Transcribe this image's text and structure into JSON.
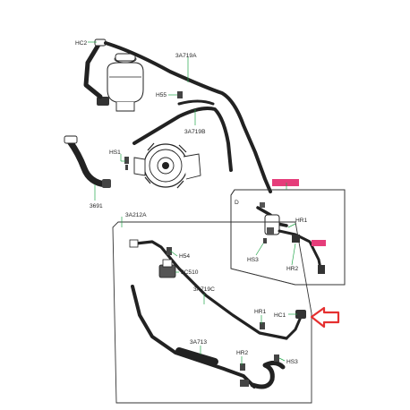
{
  "labels": {
    "hc2": "HC2",
    "hose_3a719a": "3A719A",
    "h55": "H55",
    "hose_3a719b": "3A719B",
    "hs1": "HS1",
    "part_3691": "3691",
    "hose_3a212a": "3A212A",
    "h54": "H54",
    "part_3c510": "3C510",
    "hose_3a719c": "3A719C",
    "hr1_lower": "HR1",
    "hc1": "HC1",
    "hose_3a713": "3A713",
    "hr2_lower": "HR2",
    "hs3_lower": "HS3",
    "view_d": "D",
    "hr1_inset": "HR1",
    "hs3_inset": "HS3",
    "hr2_inset": "HR2"
  },
  "colors": {
    "leader_line": "#22a64a",
    "highlight_tag": "#e53d7a",
    "callout_arrow": "#e53030"
  },
  "icons": {
    "callout_arrow": "arrow-left-icon"
  }
}
